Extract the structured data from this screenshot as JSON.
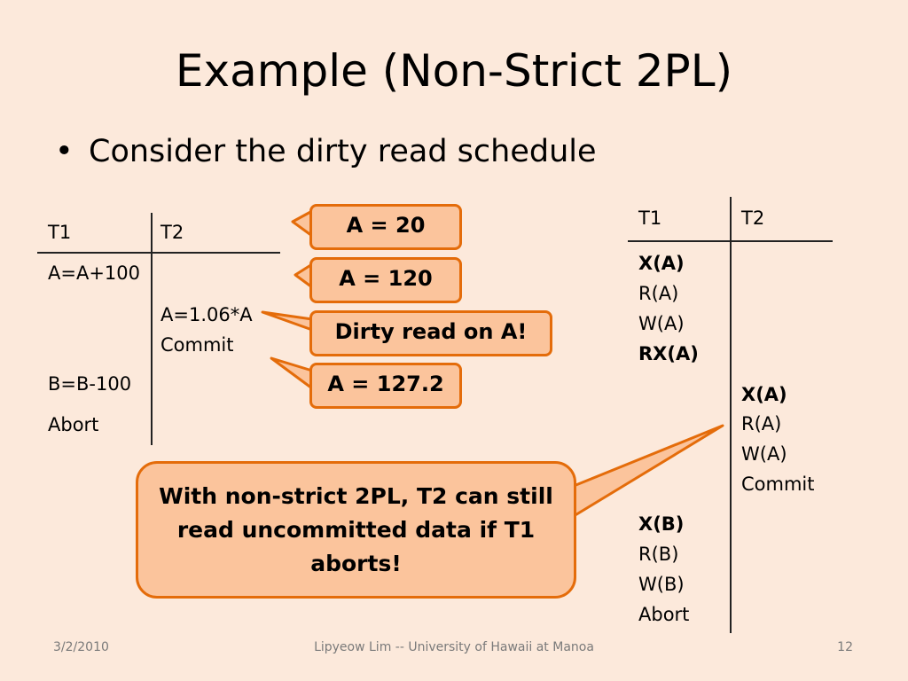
{
  "slide": {
    "title": "Example (Non-Strict 2PL)",
    "bullet": "Consider the dirty read schedule",
    "bullet_symbol": "•"
  },
  "left_table": {
    "headers": [
      "T1",
      "T2"
    ],
    "rows": [
      {
        "t1": "A=A+100"
      },
      {
        "t2": "A=1.06*A"
      },
      {
        "t2": "Commit"
      },
      {
        "t1": "B=B-100"
      },
      {
        "t1": "Abort"
      }
    ]
  },
  "callouts": {
    "a20": "A = 20",
    "a120": "A = 120",
    "dirty": "Dirty read on A!",
    "a1272": "A = 127.2",
    "main": "With non-strict 2PL, T2 can still read uncommitted data if T1 aborts!"
  },
  "right_table": {
    "headers": [
      "T1",
      "T2"
    ],
    "t1_block1": [
      "X(A)",
      "R(A)",
      "W(A)",
      "RX(A)"
    ],
    "t2_block": [
      "X(A)",
      "R(A)",
      "W(A)",
      "Commit"
    ],
    "t1_block2": [
      "X(B)",
      "R(B)",
      "W(B)",
      "Abort"
    ]
  },
  "footer": {
    "date": "3/2/2010",
    "center": "Lipyeow Lim -- University of Hawaii at Manoa",
    "page": "12"
  },
  "colors": {
    "background": "#fce9db",
    "callout_fill": "#fbc49c",
    "callout_border": "#e46c0a"
  }
}
